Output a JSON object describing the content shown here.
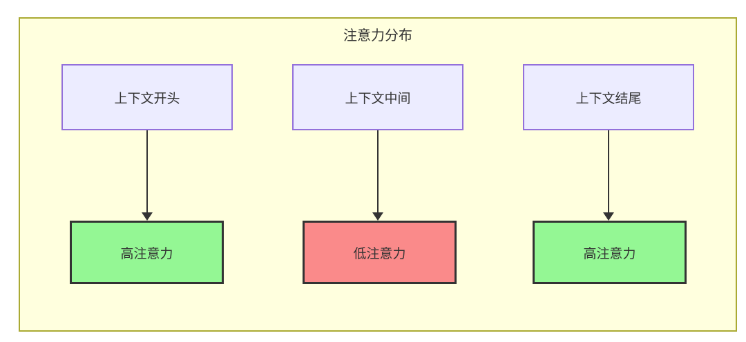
{
  "diagram": {
    "title": "注意力分布",
    "columns": [
      {
        "source": "上下文开头",
        "target": "高注意力",
        "level": "high"
      },
      {
        "source": "上下文中间",
        "target": "低注意力",
        "level": "low"
      },
      {
        "source": "上下文结尾",
        "target": "高注意力",
        "level": "high"
      }
    ],
    "colors": {
      "canvas_bg": "#FFFFDE",
      "canvas_border": "#AAAA33",
      "source_fill": "#ECECFF",
      "source_border": "#9370DB",
      "high_fill": "#94F794",
      "low_fill": "#FA8A8A",
      "target_border": "#333333",
      "arrow": "#333333",
      "text": "#333333"
    }
  }
}
